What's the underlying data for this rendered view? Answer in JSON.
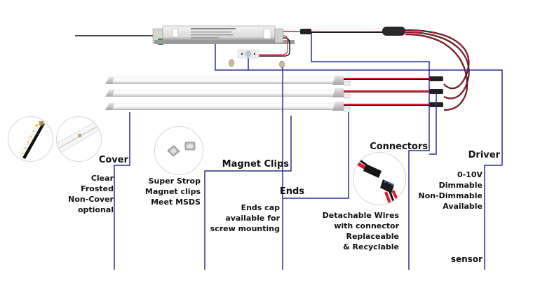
{
  "diagram": {
    "subject": "LED tube retrofit kit components",
    "line_color": "#2b2f8f",
    "wire_colors": {
      "positive": "#d81c2e",
      "negative": "#111111"
    },
    "components": [
      {
        "id": "cover",
        "title": "Cover",
        "description": [
          "Clear",
          "Frosted",
          "Non-Cover",
          "optional"
        ]
      },
      {
        "id": "magnet-clips",
        "title": "Magnet Clips",
        "description": [
          "Super Strop",
          "Magnet clips",
          "Meet MSDS"
        ]
      },
      {
        "id": "ends",
        "title": "Ends",
        "description": [
          "Ends cap",
          "available for",
          "screw mounting"
        ]
      },
      {
        "id": "connectors",
        "title": "Connectors",
        "description": [
          "Detachable Wires",
          "with connector",
          "Replaceable",
          "& Recyclable"
        ]
      },
      {
        "id": "driver",
        "title": "Driver",
        "description": [
          "0-10V",
          "Dimmable",
          "Non-Dimmable",
          "Available"
        ]
      }
    ],
    "sensor_label": "sensor"
  }
}
